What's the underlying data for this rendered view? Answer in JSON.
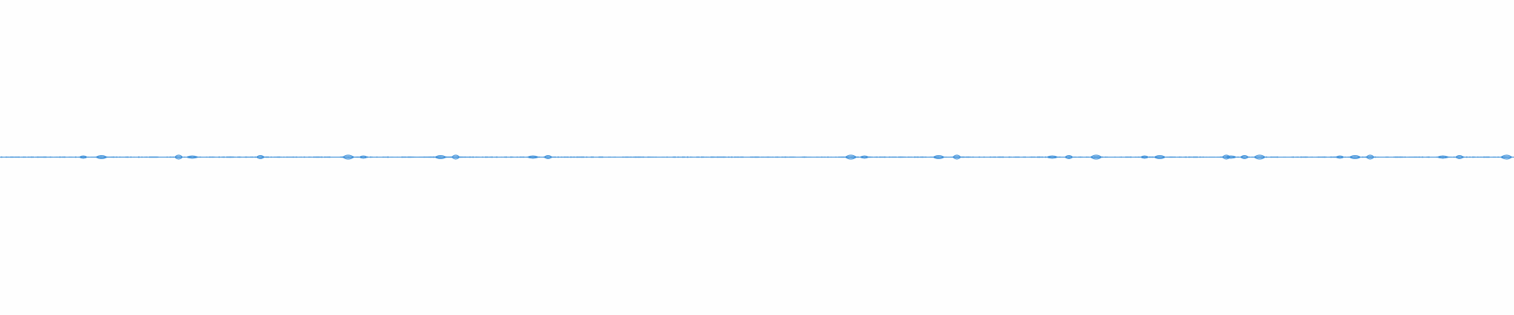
{
  "waveform": {
    "color": "#3b8ed8",
    "background": "#fefefe",
    "transient_positions": [
      0.055,
      0.067,
      0.118,
      0.127,
      0.172,
      0.23,
      0.24,
      0.291,
      0.301,
      0.352,
      0.362,
      0.562,
      0.571,
      0.62,
      0.632,
      0.695,
      0.706,
      0.724,
      0.756,
      0.766,
      0.81,
      0.813,
      0.822,
      0.832,
      0.885,
      0.895,
      0.905,
      0.953,
      0.964,
      0.995
    ]
  }
}
